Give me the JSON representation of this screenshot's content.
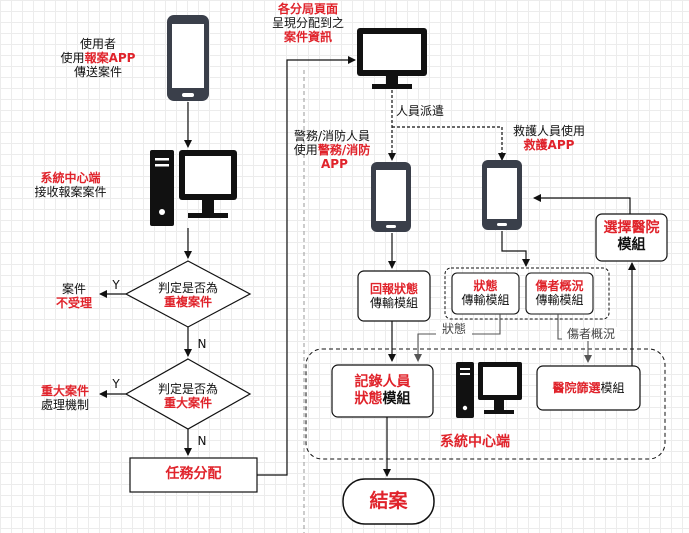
{
  "colors": {
    "accent_red": "#e0232b",
    "line": "#111111",
    "arrow_gray": "#555555"
  },
  "left_flow": {
    "user": {
      "line1": "使用者",
      "line2_prefix": "使用",
      "line2_app": "報案APP",
      "line3": "傳送案件"
    },
    "central": {
      "title": "系統中心端",
      "subtitle": "接收報案案件"
    },
    "decision1": {
      "line1": "判定是否為",
      "line2": "重複案件",
      "yes": "Y",
      "no": "N"
    },
    "duplicate_result": {
      "line1": "案件",
      "line2": "不受理"
    },
    "decision2": {
      "line1": "判定是否為",
      "line2": "重大案件",
      "yes": "Y",
      "no": "N"
    },
    "major_result": {
      "line1": "重大案件",
      "line2": "處理機制"
    },
    "dispatch_label": "任務分配"
  },
  "right_flow": {
    "branch_office": {
      "line1": "各分局頁面",
      "line2": "呈現分配到之",
      "line3": "案件資訊"
    },
    "dispatch_note": "人員派遣",
    "police_fire": {
      "line1": "警務/消防人員",
      "line2_prefix": "使用",
      "line2_app": "警務/消防",
      "line3": "APP"
    },
    "rescue": {
      "line1": "救護人員使用",
      "line2": "救護APP"
    },
    "return_status": {
      "line1": "回報狀態",
      "line2": "傳輸模組"
    },
    "status_transfer": {
      "line1_red": "狀態",
      "line2": "傳輸模組"
    },
    "injury_transfer": {
      "line1_red": "傷者概況",
      "line2": "傳輸模組"
    },
    "hospital_select": {
      "line1_red": "選擇醫院",
      "line2": "模組"
    },
    "record_status": {
      "line1_red": "記錄人員",
      "line2_red": "狀態",
      "line2_rest": "模組"
    },
    "hospital_filter": {
      "red": "醫院篩選",
      "rest": "模組"
    },
    "system_center": "系統中心端",
    "edge_status": "狀態",
    "edge_injury": "傷者概況",
    "close_case": "結案"
  }
}
